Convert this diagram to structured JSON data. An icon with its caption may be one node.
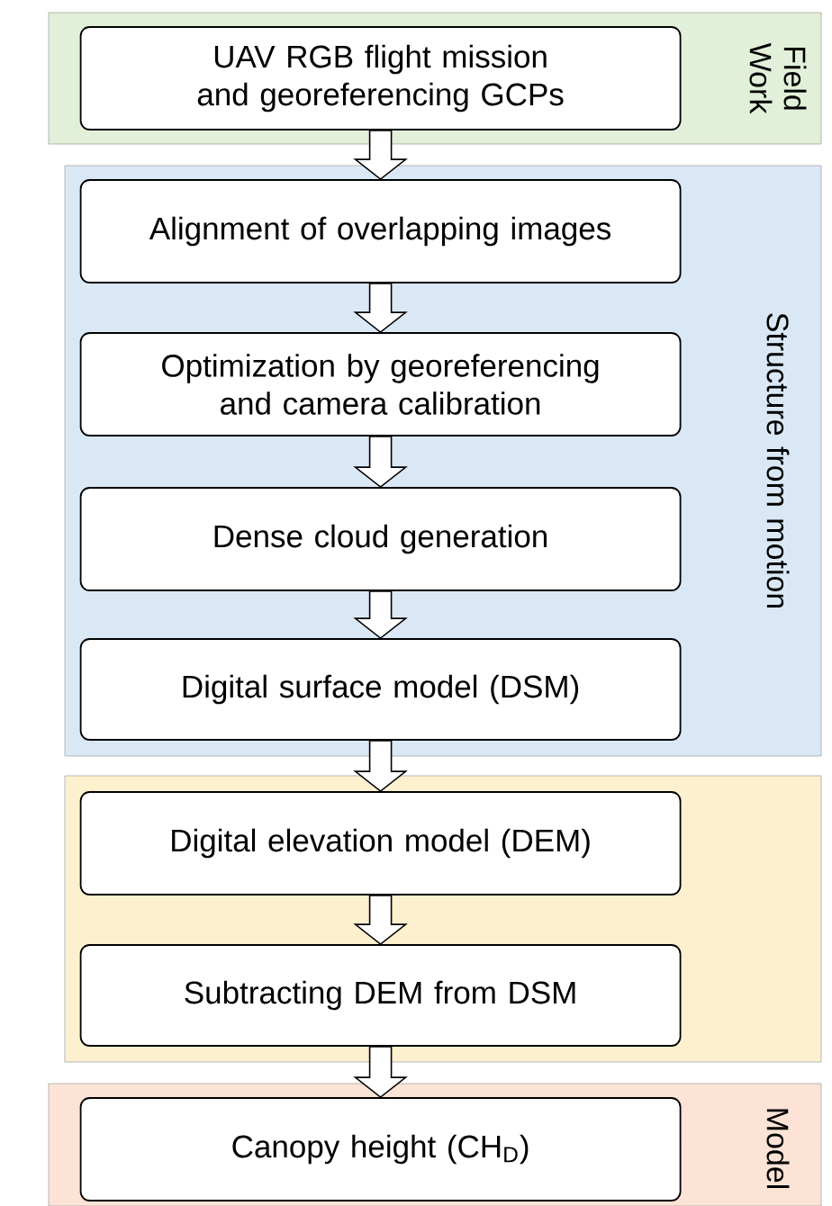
{
  "diagram": {
    "nodes": [
      {
        "text": [
          "Field Work"
        ]
      },
      {
        "text": [
          "UAV RGB flight mission and georeferencing GCPs"
        ],
        "in": 0
      },
      {
        "text": [
          "Structure from motion"
        ]
      },
      {
        "text": [
          "Alignment of overlapping images"
        ],
        "in": 2
      },
      {
        "text": [
          "Optimization by georeferencing and camera calibration"
        ],
        "in": 2
      },
      {
        "text": [
          "Dense cloud generation"
        ],
        "in": 2
      },
      {
        "text": [
          "Digital surface model (DSM)"
        ],
        "in": 2
      },
      {
        "text": [],
        "shape": "box"
      },
      {
        "text": [
          "Digital elevation model (DEM)"
        ],
        "in": 7
      },
      {
        "text": [
          "Subtracting DEM from DSM"
        ],
        "in": 7
      },
      {
        "text": [
          "Model"
        ]
      },
      {
        "text": [
          "Canopy height (CH$_{D}$)"
        ],
        "in": 10
      }
    ],
    "edges": [
      {
        "from": 1,
        "to": 3,
        "arrow": "to"
      },
      {
        "from": 3,
        "to": 4,
        "arrow": "to"
      },
      {
        "from": 4,
        "to": 5,
        "arrow": "to"
      },
      {
        "from": 5,
        "to": 6,
        "arrow": "to"
      },
      {
        "from": 6,
        "to": 8,
        "arrow": "to"
      },
      {
        "from": 8,
        "to": 9,
        "arrow": "to"
      },
      {
        "from": 9,
        "to": 11,
        "arrow": "to"
      }
    ]
  }
}
